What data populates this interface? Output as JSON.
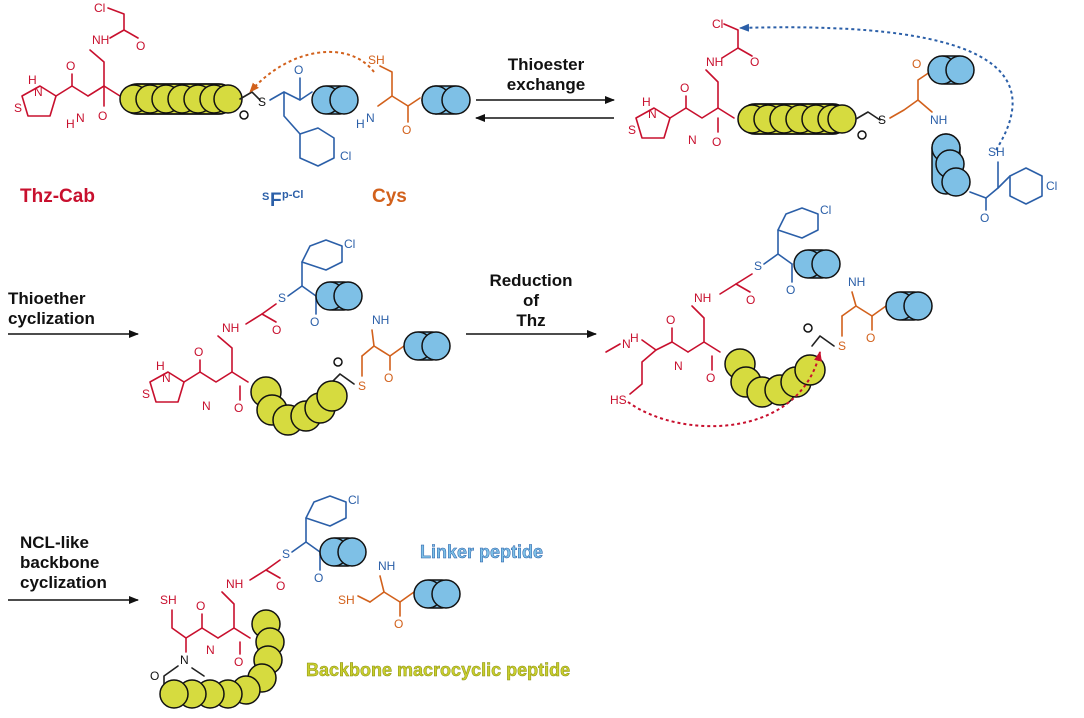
{
  "colors": {
    "cab_red": "#c8102e",
    "linker_blue": "#2b5fa8",
    "cys_orange": "#d2611c",
    "bead_yellow": "#d6db3f",
    "bead_blue": "#7ec0e6",
    "black": "#111111"
  },
  "labels": {
    "thz_cab": "Thz-Cab",
    "sfpcl_sup": "S",
    "sfpcl_main": "F",
    "sfpcl_sup2": "p-Cl",
    "cys": "Cys",
    "linker_peptide": "Linker peptide",
    "backbone_macrocyclic": "Backbone macrocyclic peptide"
  },
  "steps": {
    "thioester_line1": "Thioester",
    "thioester_line2": "exchange",
    "thioether_line1": "Thioether",
    "thioether_line2": "cyclization",
    "reduction_line1": "Reduction",
    "reduction_line2": "of",
    "reduction_line3": "Thz",
    "ncl_line1": "NCL-like",
    "ncl_line2": "backbone",
    "ncl_line3": "cyclization"
  },
  "atoms": {
    "cl": "Cl",
    "nh": "NH",
    "n": "N",
    "h": "H",
    "o": "O",
    "s": "S",
    "sh": "SH",
    "hs": "HS"
  }
}
